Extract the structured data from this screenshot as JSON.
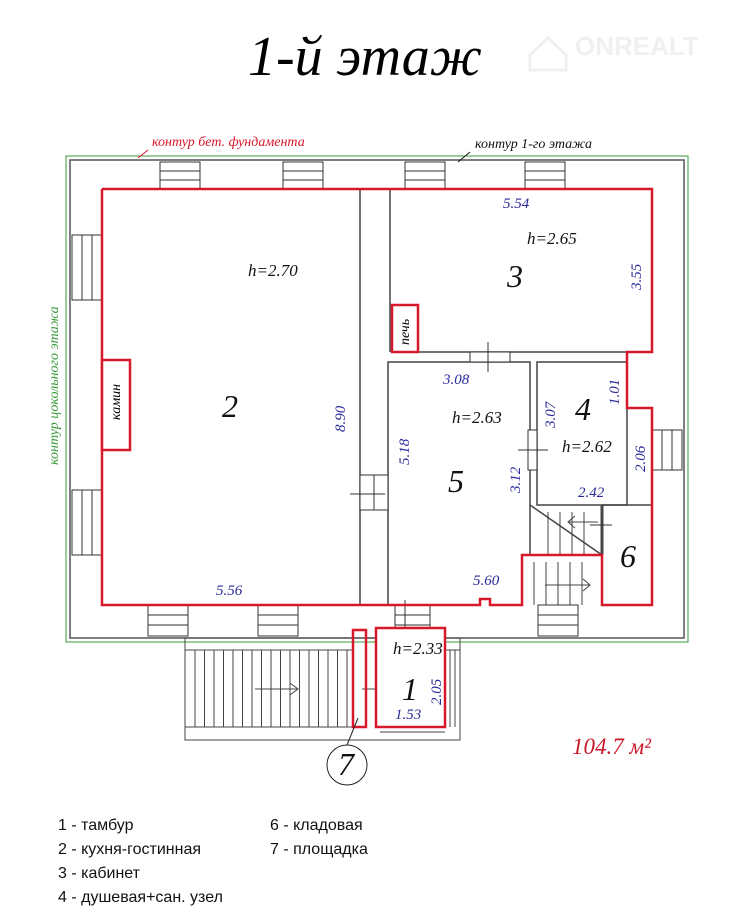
{
  "title": "1-й этаж",
  "watermark": {
    "brand": "ONREALT"
  },
  "annotations": {
    "foundation_contour": "контур бет. фундамента",
    "floor1_contour": "контур 1-го этажа",
    "basement_contour": "контур цокольного этажа",
    "fireplace": "камин",
    "stove": "печь"
  },
  "rooms": {
    "r1": {
      "number": "1",
      "height": "h=2.33",
      "dims": [
        "1.53",
        "2.05"
      ]
    },
    "r2": {
      "number": "2",
      "height": "h=2.70",
      "dims": [
        "5.56",
        "8.90"
      ]
    },
    "r3": {
      "number": "3",
      "height": "h=2.65",
      "dims": [
        "5.54",
        "3.55"
      ]
    },
    "r4": {
      "number": "4",
      "height": "h=2.62",
      "dims": [
        "3.07",
        "1.01",
        "2.06",
        "2.42"
      ]
    },
    "r5": {
      "number": "5",
      "height": "h=2.63",
      "dims": [
        "3.08",
        "5.18",
        "3.12",
        "5.60"
      ]
    },
    "r6": {
      "number": "6"
    },
    "r7": {
      "number": "7"
    }
  },
  "total_area": "104.7 м²",
  "legend": {
    "col1": [
      "1 - тамбур",
      "2 - кухня-гостинная",
      "3 - кабинет",
      "4 - душевая+сан. узел"
    ],
    "col2": [
      "6 - кладовая",
      "7 - площадка"
    ]
  },
  "colors": {
    "outline": "#d8182a",
    "dimension": "#2a2a9a",
    "green_contour": "#3a9a3a"
  }
}
